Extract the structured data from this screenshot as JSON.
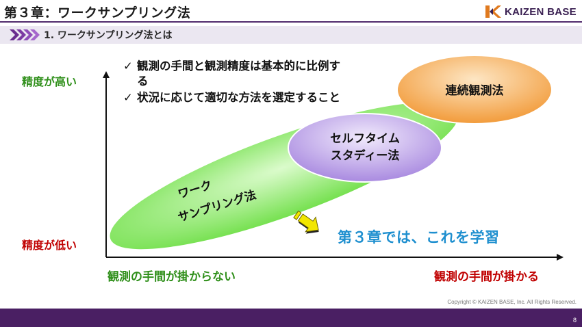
{
  "header": {
    "title": "第３章：ワークサンプリング法",
    "logo_text": "KAIZEN BASE"
  },
  "section": {
    "subtitle": "1. ワークサンプリング法とは"
  },
  "axes": {
    "y_high": "精度が高い",
    "y_low": "精度が低い",
    "x_left": "観測の手間が掛からない",
    "x_right": "観測の手間が掛かる"
  },
  "bullets": [
    {
      "check": "✓",
      "text": "観測の手間と観測精度は基本的に比例する"
    },
    {
      "check": "✓",
      "text": "状況に応じて適切な方法を選定すること"
    }
  ],
  "methods": {
    "work_sampling": {
      "line1": "ワーク",
      "line2": "サンプリング法",
      "color": "#7ee85a"
    },
    "self_time_study": {
      "line1": "セルフタイム",
      "line2": "スタディー法",
      "color": "#b79ae8"
    },
    "continuous": {
      "line1": "連続観測法",
      "color": "#f4a84a"
    }
  },
  "callout": {
    "text": "第３章では、これを学習",
    "arrow_color": "#f2e600"
  },
  "footer": {
    "copyright": "Copyright ©  KAIZEN BASE, Inc.  All Rights Reserved.",
    "page_number": "8"
  }
}
